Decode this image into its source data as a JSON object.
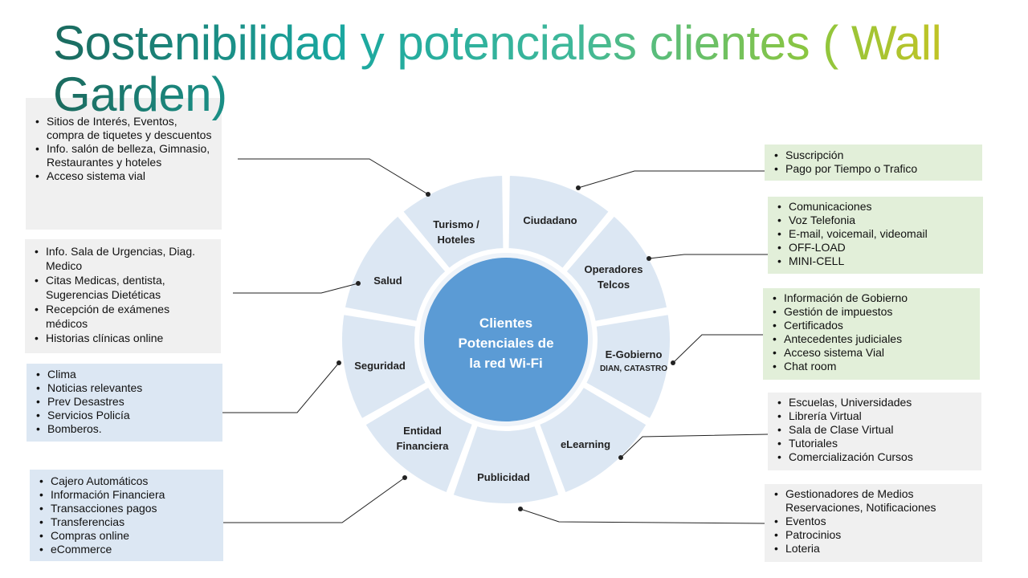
{
  "title": "Sostenibilidad y potenciales clientes ( Wall Garden)",
  "center": {
    "line1": "Clientes",
    "line2": "Potenciales de",
    "line3": "la red Wi-Fi"
  },
  "segments": {
    "turismo": {
      "line1": "Turismo /",
      "line2": "Hoteles"
    },
    "ciudadano": {
      "line1": "Ciudadano"
    },
    "operadores": {
      "line1": "Operadores",
      "line2": "Telcos"
    },
    "egobierno": {
      "line1": "E-Gobierno",
      "line2": "DIAN, CATASTRO"
    },
    "elearning": {
      "line1": "eLearning"
    },
    "publicidad": {
      "line1": "Publicidad"
    },
    "financiera": {
      "line1": "Entidad",
      "line2": "Financiera"
    },
    "seguridad": {
      "line1": "Seguridad"
    },
    "salud": {
      "line1": "Salud"
    }
  },
  "boxes": {
    "turismo": [
      "Sitios de Interés, Eventos, compra de tiquetes y descuentos",
      "Info. salón de belleza, Gimnasio, Restaurantes y hoteles",
      "Acceso sistema vial"
    ],
    "salud": [
      "Info. Sala de Urgencias, Diag. Medico",
      "Citas Medicas, dentista, Sugerencias Dietéticas",
      "Recepción de exámenes médicos",
      "Historias clínicas online"
    ],
    "seguridad": [
      "Clima",
      "Noticias relevantes",
      "Prev Desastres",
      "Servicios Policía",
      "Bomberos."
    ],
    "financiera": [
      "Cajero Automáticos",
      "Información Financiera",
      "Transacciones pagos",
      "Transferencias",
      "Compras online",
      "eCommerce"
    ],
    "ciudadano": [
      "Suscripción",
      "Pago por Tiempo o Trafico"
    ],
    "operadores": [
      "Comunicaciones",
      "Voz Telefonia",
      "E-mail, voicemail, videomail",
      "OFF-LOAD",
      "MINI-CELL"
    ],
    "egobierno": [
      "Información de Gobierno",
      "Gestión de impuestos",
      "Certificados",
      "Antecedentes judiciales",
      "Acceso sistema Vial",
      "Chat room"
    ],
    "elearning": [
      "Escuelas, Universidades",
      "Librería Virtual",
      "Sala de Clase Virtual",
      "Tutoriales",
      "Comercialización Cursos"
    ],
    "publicidad": [
      "Gestionadores de Medios Reservaciones, Notificaciones",
      "Eventos",
      "Patrocinios",
      "Loteria"
    ]
  },
  "colors": {
    "segment": "#dce7f3",
    "center": "#5b9bd5",
    "box_gray": "#f0f0f0",
    "box_blue": "#dce7f3",
    "box_green": "#e2efd9",
    "connector": "#222222"
  }
}
